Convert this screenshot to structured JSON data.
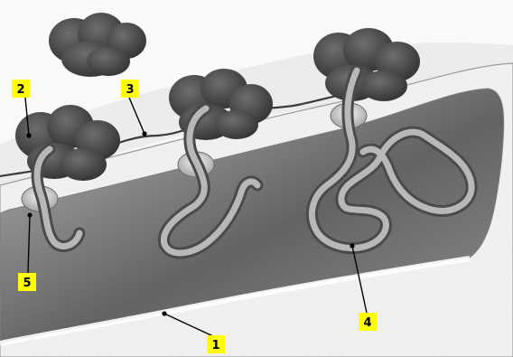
{
  "colors": {
    "label_background": "#ffff00",
    "ribosome": "#4a4a4a",
    "lumen_dark": "#5a5a5a",
    "polypeptide": "#8a8a8a"
  },
  "labels": {
    "l1": "1",
    "l2": "2",
    "l3": "3",
    "l4": "4",
    "l5": "5"
  }
}
